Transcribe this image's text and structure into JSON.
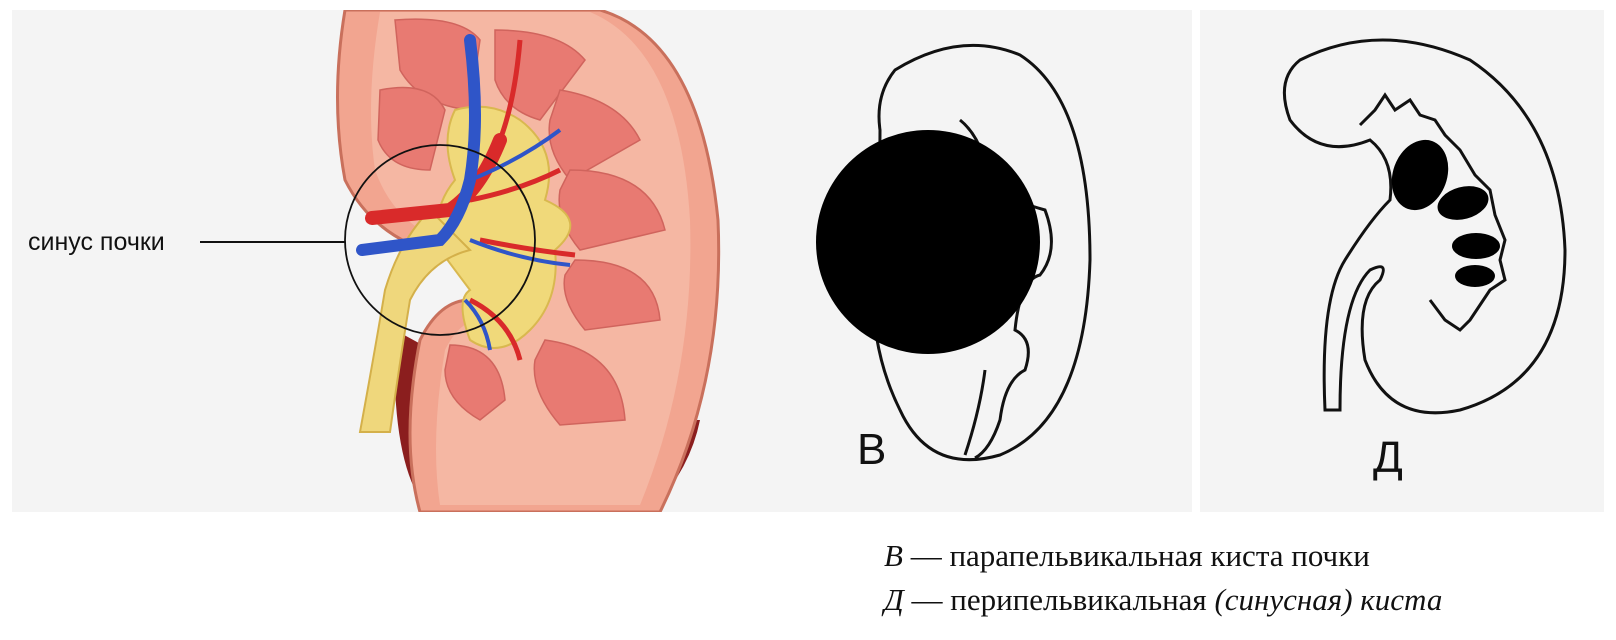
{
  "labels": {
    "sinus": "синус почки",
    "panel_b": "В",
    "panel_d": "Д"
  },
  "captions": [
    {
      "letter": "В",
      "dash": " — ",
      "text": "парапельвикальная киста почки",
      "italic_part": ""
    },
    {
      "letter": "Д",
      "dash": " — ",
      "text": "перипельвикальная ",
      "italic_part": "(синусная) киста"
    }
  ],
  "colors": {
    "cortex": "#f2a590",
    "pyramid": "#e87a72",
    "sinus_fat": "#f0d97a",
    "artery": "#d92a2a",
    "vein": "#2f55c8",
    "capsule_dark": "#8b1e1e",
    "cyst": "#000000"
  }
}
